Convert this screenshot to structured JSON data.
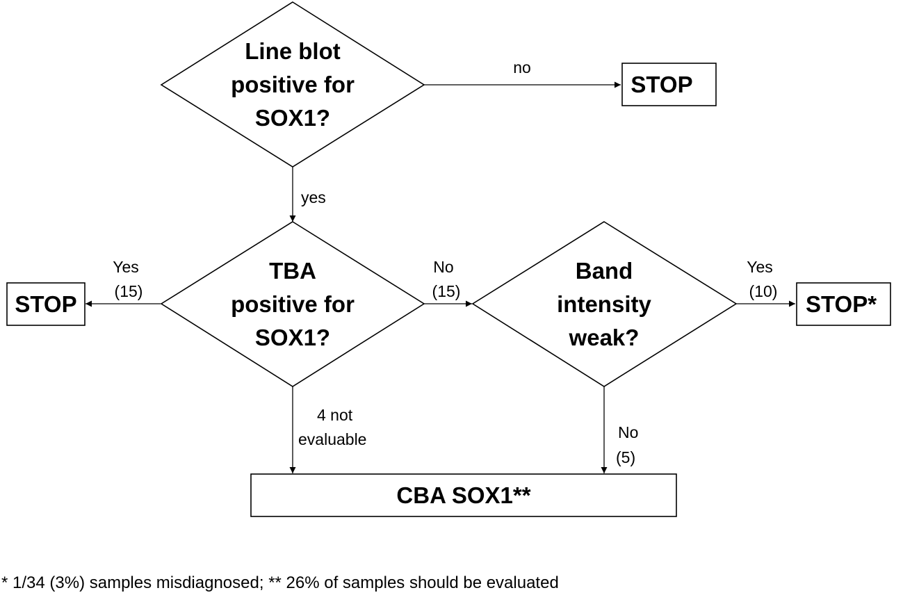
{
  "nodes": {
    "q_line_blot": [
      "Line blot",
      "positive for",
      "SOX1?"
    ],
    "q_tba": [
      "TBA",
      "positive for",
      "SOX1?"
    ],
    "q_band": [
      "Band",
      "intensity",
      "weak?"
    ],
    "stop_top": "STOP",
    "stop_left": "STOP",
    "stop_right": "STOP*",
    "cba": "CBA SOX1**"
  },
  "edges": {
    "line_blot_no": "no",
    "line_blot_yes": "yes",
    "tba_yes": [
      "Yes",
      "(15)"
    ],
    "tba_no": [
      "No",
      "(15)"
    ],
    "tba_not_evaluable": [
      "4 not",
      "evaluable"
    ],
    "band_yes": [
      "Yes",
      "(10)"
    ],
    "band_no": [
      "No",
      "(5)"
    ]
  },
  "footnote": "* 1/34 (3%) samples misdiagnosed; ** 26% of samples should be evaluated"
}
